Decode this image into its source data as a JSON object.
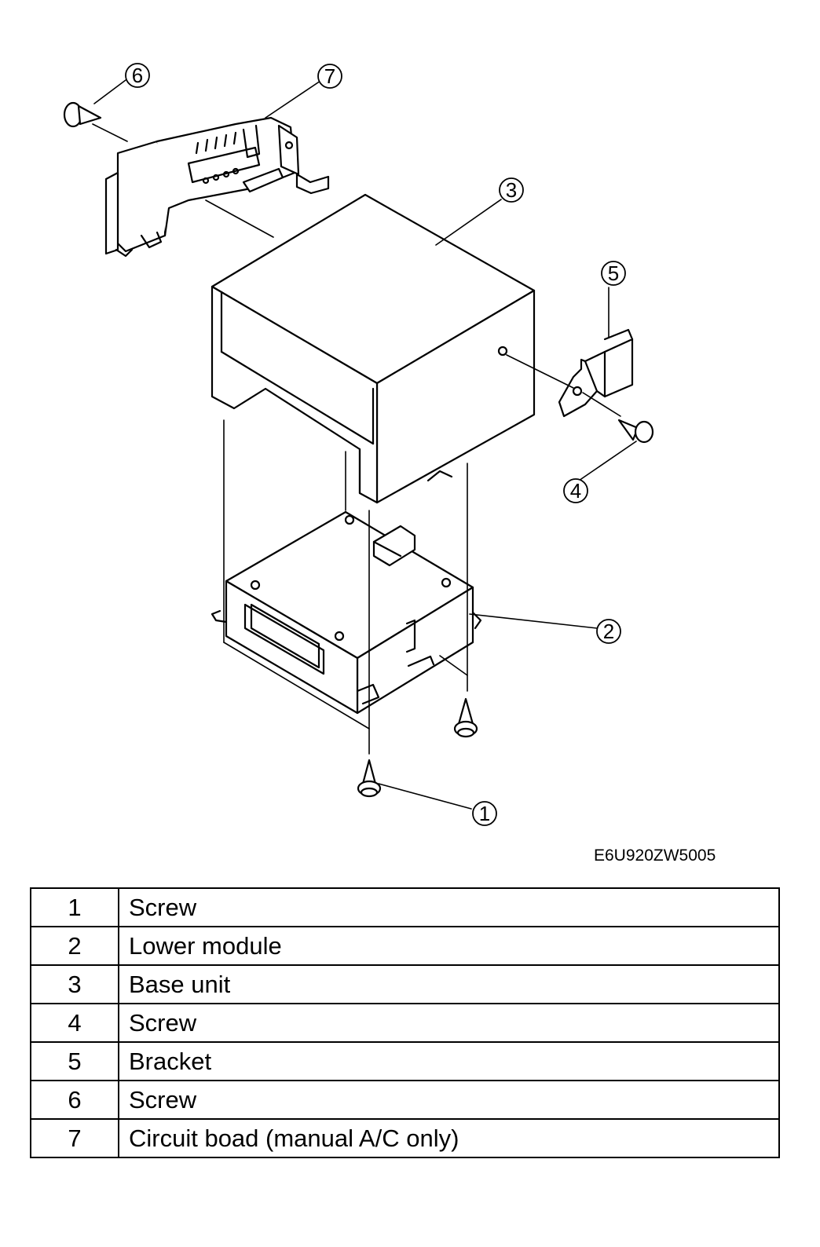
{
  "figure": {
    "code": "E6U920ZW5005",
    "callouts": [
      "1",
      "2",
      "3",
      "4",
      "5",
      "6",
      "7"
    ]
  },
  "parts_table": {
    "rows": [
      {
        "num": "1",
        "name": "Screw"
      },
      {
        "num": "2",
        "name": "Lower module"
      },
      {
        "num": "3",
        "name": "Base unit"
      },
      {
        "num": "4",
        "name": "Screw"
      },
      {
        "num": "5",
        "name": "Bracket"
      },
      {
        "num": "6",
        "name": "Screw"
      },
      {
        "num": "7",
        "name": "Circuit boad (manual A/C only)"
      }
    ]
  }
}
